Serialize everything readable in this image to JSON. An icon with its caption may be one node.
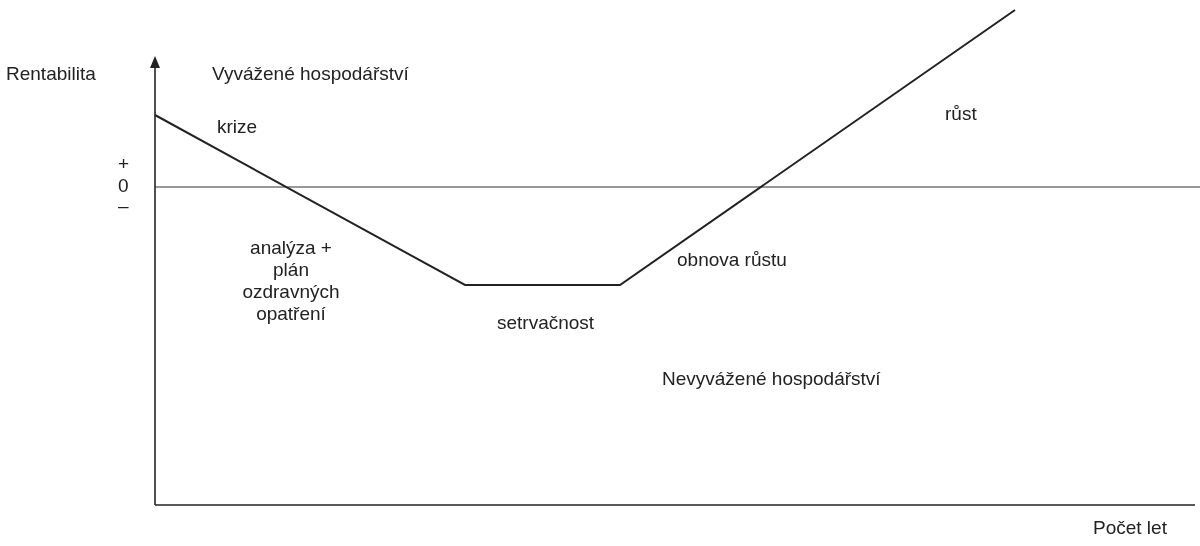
{
  "diagram": {
    "labels": [
      "Rentabilita",
      "Vyvážené hospodářství",
      "krize",
      "růst",
      "+",
      "0",
      "–",
      "analýza + plán ozdravných opatření",
      "obnova růstu",
      "setrvačnost",
      "Nevyvážené hospodářství",
      "Počet let"
    ]
  }
}
